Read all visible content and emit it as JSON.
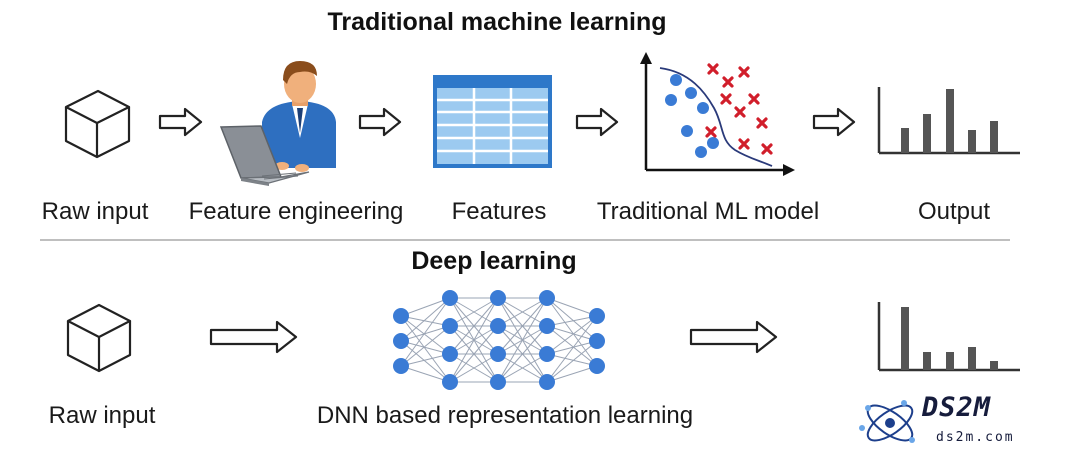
{
  "top": {
    "title": "Traditional machine learning",
    "labels": {
      "raw_input": "Raw input",
      "feature_engineering": "Feature engineering",
      "features": "Features",
      "ml_model": "Traditional ML model",
      "output": "Output"
    }
  },
  "bottom": {
    "title": "Deep learning",
    "labels": {
      "raw_input": "Raw input",
      "dnn": "DNN based representation learning"
    }
  },
  "watermark": {
    "name": "DS2M",
    "domain": "ds2m.com"
  },
  "colors": {
    "accent_blue": "#2e6fc0",
    "node_blue": "#3a7bd5",
    "cross_red": "#d11e2b",
    "bar_gray": "#555555",
    "outline": "#222222"
  }
}
